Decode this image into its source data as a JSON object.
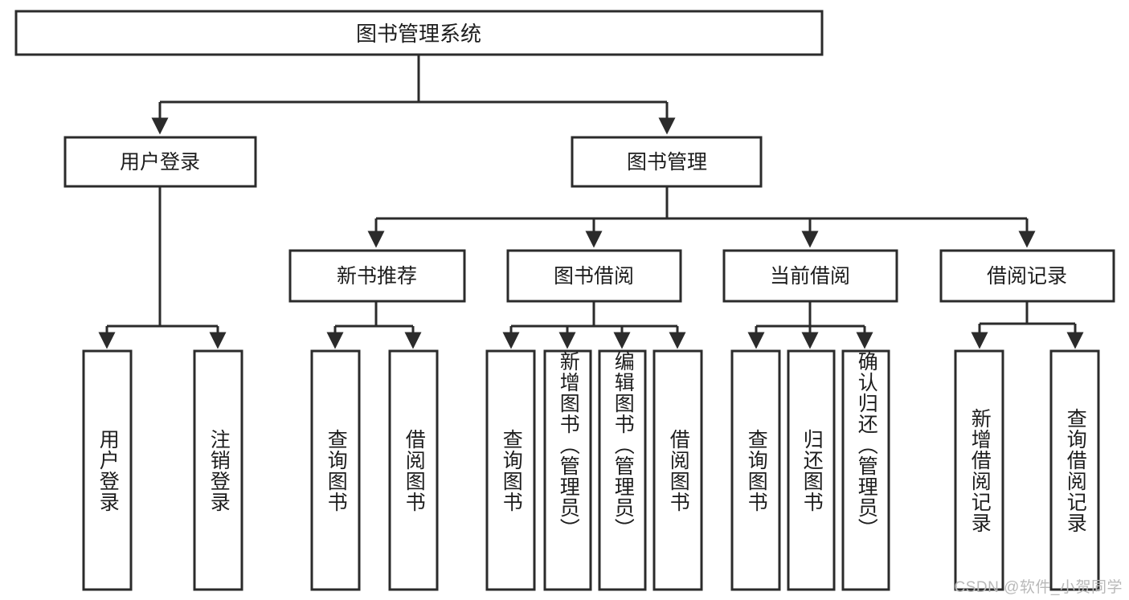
{
  "diagram": {
    "title": "图书管理系统",
    "type": "hierarchy-tree",
    "watermark": "CSDN @软件_小贺同学",
    "colors": {
      "stroke": "#2b2b2b",
      "fill": "#ffffff",
      "text": "#1d1d1d",
      "watermark": "#b9b9b9"
    },
    "levels": {
      "root": {
        "label": "图书管理系统"
      },
      "level2": [
        {
          "label": "用户登录"
        },
        {
          "label": "图书管理"
        }
      ],
      "level3": [
        {
          "label": "新书推荐"
        },
        {
          "label": "图书借阅"
        },
        {
          "label": "当前借阅"
        },
        {
          "label": "借阅记录"
        }
      ],
      "leaves": {
        "user_login": [
          {
            "label": "用户登录"
          },
          {
            "label": "注销登录"
          }
        ],
        "new_book_recommend": [
          {
            "label": "查询图书"
          },
          {
            "label": "借阅图书"
          }
        ],
        "book_borrow": [
          {
            "label": "查询图书"
          },
          {
            "label": "新增图书（管理员）"
          },
          {
            "label": "编辑图书（管理员）"
          },
          {
            "label": "借阅图书"
          }
        ],
        "current_borrow": [
          {
            "label": "查询图书"
          },
          {
            "label": "归还图书"
          },
          {
            "label": "确认归还（管理员）"
          }
        ],
        "borrow_record": [
          {
            "label": "新增借阅记录"
          },
          {
            "label": "查询借阅记录"
          }
        ]
      }
    }
  }
}
